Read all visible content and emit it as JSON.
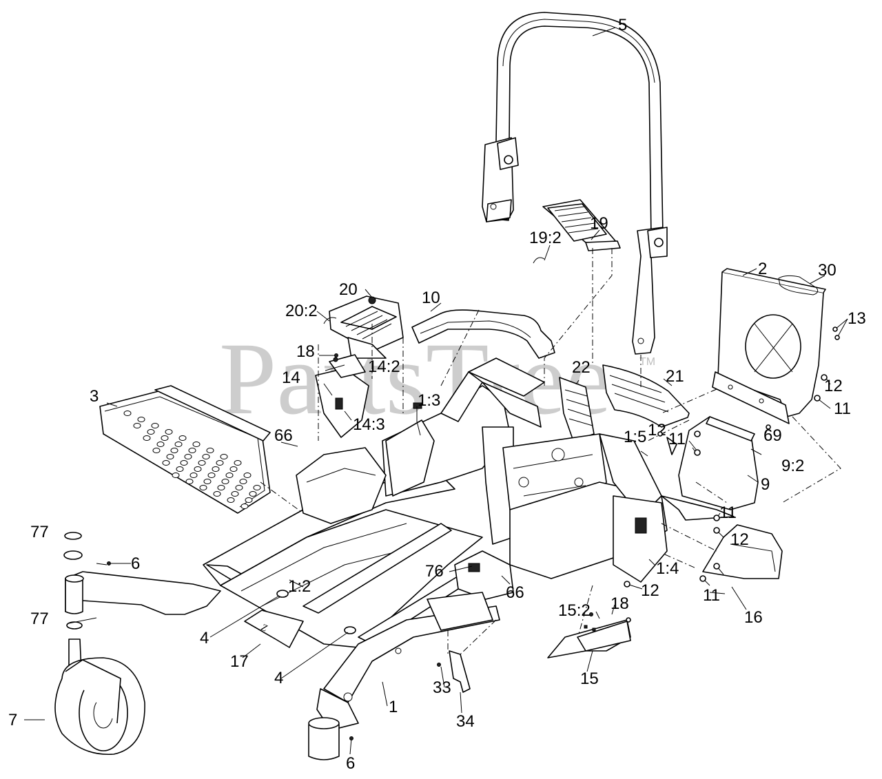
{
  "watermark": {
    "text": "PartsTree",
    "trademark": "TM"
  },
  "callouts": [
    {
      "id": "c5",
      "label": "5"
    },
    {
      "id": "c19",
      "label": "19"
    },
    {
      "id": "c19_2",
      "label": "19:2"
    },
    {
      "id": "c2",
      "label": "2"
    },
    {
      "id": "c30",
      "label": "30"
    },
    {
      "id": "c13",
      "label": "13"
    },
    {
      "id": "c20",
      "label": "20"
    },
    {
      "id": "c20_2",
      "label": "20:2"
    },
    {
      "id": "c10",
      "label": "10"
    },
    {
      "id": "c18a",
      "label": "18"
    },
    {
      "id": "c14_2",
      "label": "14:2"
    },
    {
      "id": "c14",
      "label": "14"
    },
    {
      "id": "c14_3",
      "label": "14:3"
    },
    {
      "id": "c3",
      "label": "3"
    },
    {
      "id": "c1_3",
      "label": "1:3"
    },
    {
      "id": "c22",
      "label": "22"
    },
    {
      "id": "c21",
      "label": "21"
    },
    {
      "id": "c12a",
      "label": "12"
    },
    {
      "id": "c11a",
      "label": "11"
    },
    {
      "id": "c12b",
      "label": "12"
    },
    {
      "id": "c69",
      "label": "69"
    },
    {
      "id": "c1_5",
      "label": "1:5"
    },
    {
      "id": "c11b",
      "label": "11"
    },
    {
      "id": "c9_2",
      "label": "9:2"
    },
    {
      "id": "c66a",
      "label": "66"
    },
    {
      "id": "c9",
      "label": "9"
    },
    {
      "id": "c11c",
      "label": "11"
    },
    {
      "id": "c12c",
      "label": "12"
    },
    {
      "id": "c77a",
      "label": "77"
    },
    {
      "id": "c6a",
      "label": "6"
    },
    {
      "id": "c76",
      "label": "76"
    },
    {
      "id": "c1_4",
      "label": "1:4"
    },
    {
      "id": "c1_2",
      "label": "1:2"
    },
    {
      "id": "c66b",
      "label": "66"
    },
    {
      "id": "c12d",
      "label": "12"
    },
    {
      "id": "c11d",
      "label": "11"
    },
    {
      "id": "c18b",
      "label": "18"
    },
    {
      "id": "c15_2",
      "label": "15:2"
    },
    {
      "id": "c16",
      "label": "16"
    },
    {
      "id": "c77b",
      "label": "77"
    },
    {
      "id": "c4a",
      "label": "4"
    },
    {
      "id": "c17",
      "label": "17"
    },
    {
      "id": "c4b",
      "label": "4"
    },
    {
      "id": "c15",
      "label": "15"
    },
    {
      "id": "c33",
      "label": "33"
    },
    {
      "id": "c1",
      "label": "1"
    },
    {
      "id": "c7",
      "label": "7"
    },
    {
      "id": "c34",
      "label": "34"
    },
    {
      "id": "c6b",
      "label": "6"
    }
  ]
}
